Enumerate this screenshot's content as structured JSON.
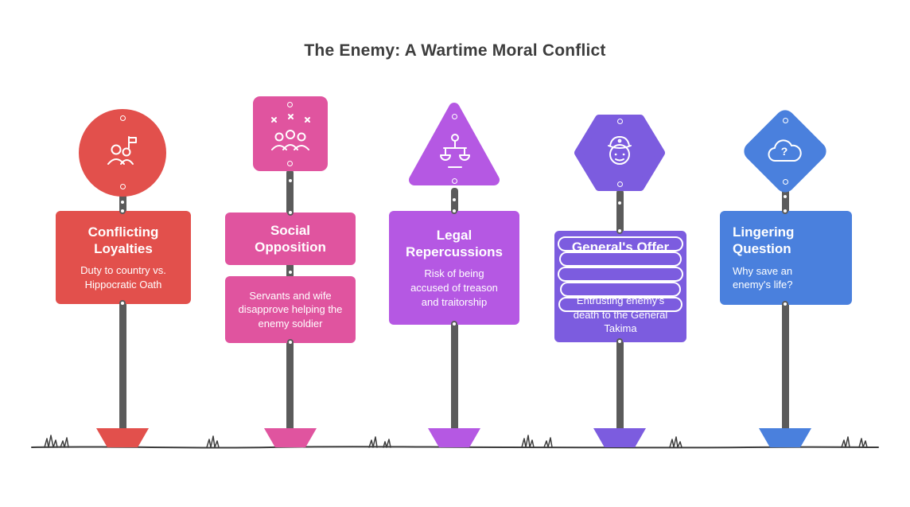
{
  "title": "The Enemy: A Wartime Moral Conflict",
  "signs": [
    {
      "id": "conflicting-loyalties",
      "shape": "circle",
      "icon": "people-flag-icon",
      "color": "#e2504c",
      "title": "Conflicting Loyalties",
      "description": "Duty to country vs. Hippocratic Oath"
    },
    {
      "id": "social-opposition",
      "shape": "rounded-square",
      "icon": "crowd-celebration-icon",
      "color": "#e0549f",
      "title": "Social Opposition",
      "description": "Servants and wife disapprove helping the enemy soldier"
    },
    {
      "id": "legal-repercussions",
      "shape": "triangle",
      "icon": "person-scales-icon",
      "color": "#b558e3",
      "title": "Legal Repercussions",
      "description": "Risk of being accused of treason and traitorship"
    },
    {
      "id": "generals-offer",
      "shape": "hexagon",
      "icon": "general-portrait-icon",
      "color": "#7c5cdf",
      "title": "General's Offer",
      "description": "Entrusting enemy's death to the General Takima"
    },
    {
      "id": "lingering-question",
      "shape": "diamond",
      "icon": "cloud-question-icon",
      "color": "#4a80dd",
      "title": "Lingering Question",
      "description": "Why save an enemy's life?"
    }
  ]
}
